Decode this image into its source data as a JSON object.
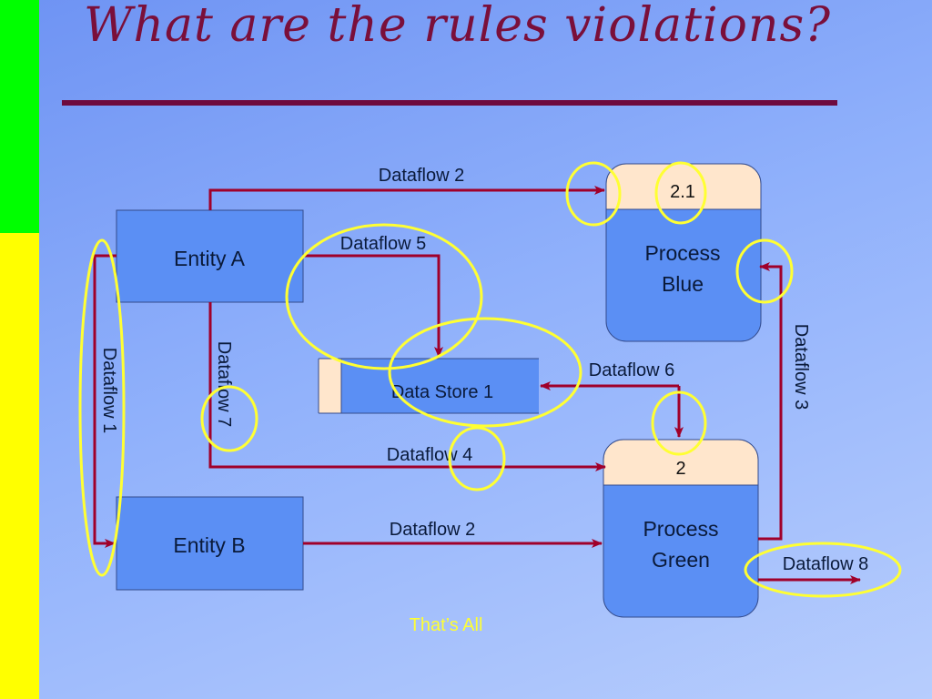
{
  "slide": {
    "title": "What are the rules violations?",
    "footer_link": "That’s All",
    "colors": {
      "title": "#7a0f3a",
      "left_bar_top": "#00ff00",
      "left_bar_bottom": "#ffff00",
      "arrow": "#a0002a",
      "box_fill": "#5b8ff4",
      "process_header": "#ffe6cc",
      "highlight_circle": "#ffff33"
    }
  },
  "diagram": {
    "entities": [
      {
        "label": "Entity A"
      },
      {
        "label": "Entity B"
      }
    ],
    "processes": [
      {
        "id": "2.1",
        "name_line1": "Process",
        "name_line2": "Blue"
      },
      {
        "id": "2",
        "name_line1": "Process",
        "name_line2": "Green"
      }
    ],
    "data_store": {
      "label": "Data Store 1"
    },
    "dataflows": [
      {
        "label": "Dataflow 2",
        "from": "Entity A",
        "to": "Process Blue"
      },
      {
        "label": "Dataflow 5",
        "from": "Entity A",
        "to": "Data Store 1"
      },
      {
        "label": "Dataflow 1",
        "from": "Entity A",
        "to": "Entity B"
      },
      {
        "label": "Dataflow 7",
        "from": "Entity A",
        "to": "Process Green"
      },
      {
        "label": "Dataflow 4",
        "from": "Entity A",
        "to": "Process Green"
      },
      {
        "label": "Dataflow 6",
        "from": "Process Green",
        "to": "Data Store 1"
      },
      {
        "label": "Dataflow 2",
        "from": "Entity B",
        "to": "Process Green"
      },
      {
        "label": "Dataflow 3",
        "from": "Process Green",
        "to": "Process Blue"
      },
      {
        "label": "Dataflow 8",
        "from": "Process Green",
        "to": ""
      }
    ]
  }
}
